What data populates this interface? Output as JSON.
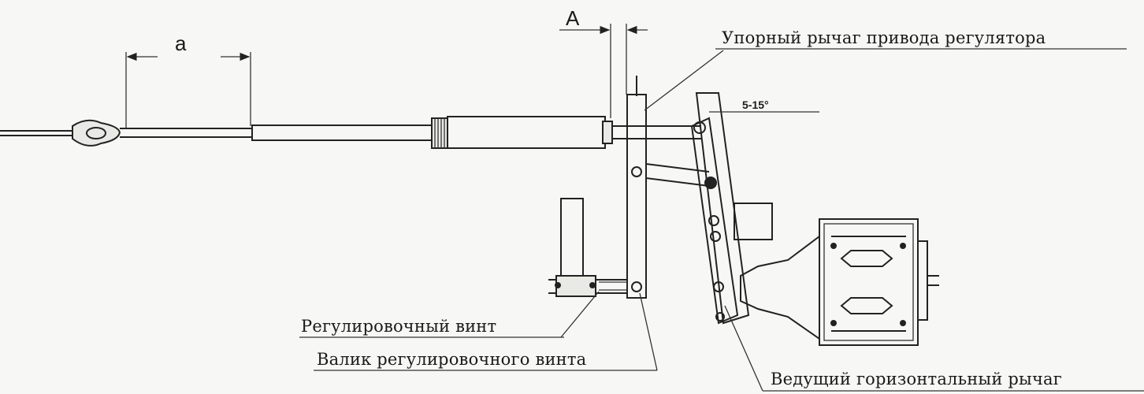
{
  "labels": {
    "stop_lever": "Упорный рычаг привода регулятора",
    "adjust_screw": "Регулировочный винт",
    "adjust_screw_shaft": "Валик регулировочного винта",
    "driving_lever": "Ведущий горизонтальный  рычаг"
  },
  "dimensions": {
    "a": "а",
    "A": "А",
    "angle": "5-15°"
  }
}
